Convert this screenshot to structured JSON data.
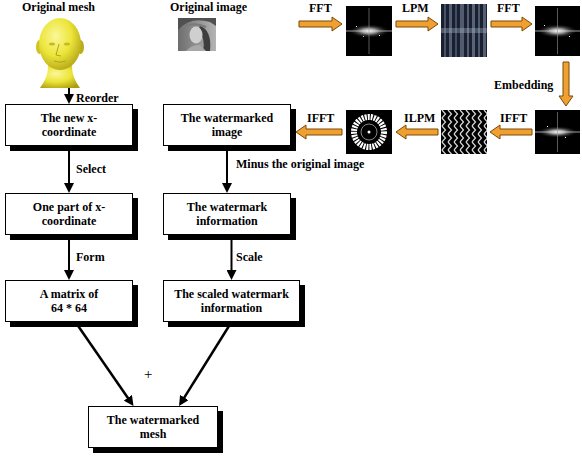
{
  "diagram": {
    "nodes": [
      {
        "text": [
          "Original mesh"
        ]
      },
      {
        "text": [
          "Original image"
        ]
      },
      {
        "text": [
          "The new x-coordinate"
        ]
      },
      {
        "text": [
          "The watermarked image"
        ]
      },
      {
        "text": [
          "One part of x-coordinate"
        ]
      },
      {
        "text": [
          "The watermark information"
        ]
      },
      {
        "text": [
          "A matrix of 64 * 64"
        ]
      },
      {
        "text": [
          "The scaled watermark information"
        ]
      },
      {
        "text": [
          "The watermarked mesh"
        ]
      }
    ],
    "edges": [
      {
        "from": 0,
        "to": 2,
        "arrow": "to",
        "label": "Reorder"
      },
      {
        "from": 2,
        "to": 4,
        "arrow": "to",
        "label": "Select"
      },
      {
        "from": 4,
        "to": 6,
        "arrow": "to",
        "label": "Form"
      },
      {
        "from": 3,
        "to": 5,
        "arrow": "to",
        "label": "Minus the original image"
      },
      {
        "from": 5,
        "to": 7,
        "arrow": "to",
        "label": "Scale"
      },
      {
        "from": 6,
        "to": 8,
        "arrow": "to"
      },
      {
        "from": 7,
        "to": 8,
        "arrow": "to"
      }
    ],
    "labels": [
      "FFT",
      "LPM",
      "FFT",
      "Embedding",
      "IFFT",
      "ILPM",
      "IFFT",
      "+"
    ]
  }
}
